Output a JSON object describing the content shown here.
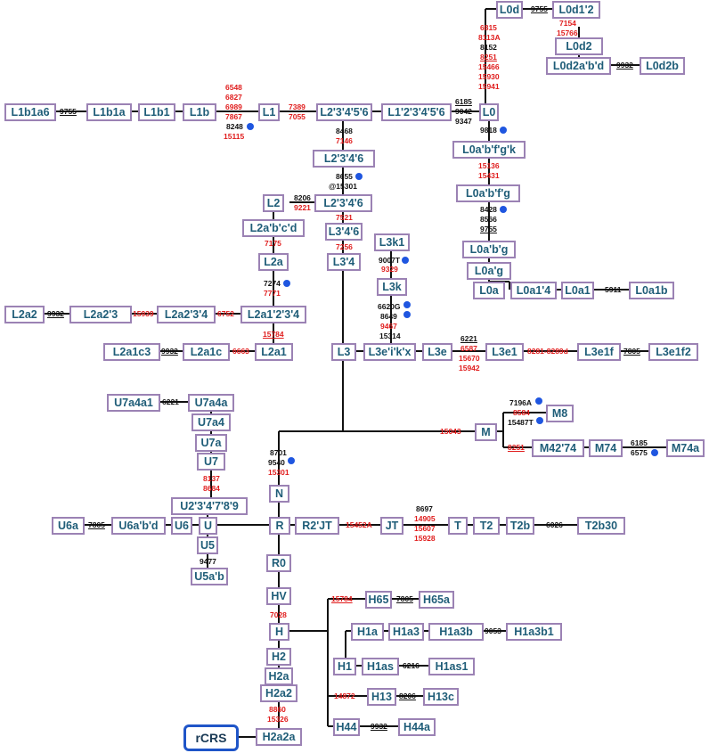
{
  "colors": {
    "node_border": "#9b82b4",
    "node_text": "#1f5d78",
    "mutation_red": "#e01d1d",
    "mutation_black": "#111111",
    "dot_blue": "#1f56e0",
    "root_border": "#1f55c8"
  },
  "root_label": "rCRS",
  "nodes": {
    "L0d": "L0d",
    "L0d1'2": "L0d1'2",
    "L0d2": "L0d2",
    "L0d2a'b'd": "L0d2a'b'd",
    "L0d2b": "L0d2b",
    "L1b1a6": "L1b1a6",
    "L1b1a": "L1b1a",
    "L1b1": "L1b1",
    "L1b": "L1b",
    "L1": "L1",
    "L2'3'4'5'6": "L2'3'4'5'6",
    "L1'2'3'4'5'6": "L1'2'3'4'5'6",
    "L0": "L0",
    "L0a'b'f'g'k": "L0a'b'f'g'k",
    "L2'3'4'6a": "L2'3'4'6",
    "L0a'b'f'g": "L0a'b'f'g",
    "L2": "L2",
    "L2'3'4'6b": "L2'3'4'6",
    "L2a'b'c'd": "L2a'b'c'd",
    "L3'4'6": "L3'4'6",
    "L3k1": "L3k1",
    "L0a'b'g": "L0a'b'g",
    "L2a": "L2a",
    "L3'4": "L3'4",
    "L0a'g": "L0a'g",
    "L3k": "L3k",
    "L0a": "L0a",
    "L0a1'4": "L0a1'4",
    "L0a1": "L0a1",
    "L0a1b": "L0a1b",
    "L2a2": "L2a2",
    "L2a2'3": "L2a2'3",
    "L2a2'3'4": "L2a2'3'4",
    "L2a1'2'3'4": "L2a1'2'3'4",
    "L2a1c3": "L2a1c3",
    "L2a1c": "L2a1c",
    "L2a1": "L2a1",
    "L3": "L3",
    "L3e'i'k'x": "L3e'i'k'x",
    "L3e": "L3e",
    "L3e1": "L3e1",
    "L3e1f": "L3e1f",
    "L3e1f2": "L3e1f2",
    "U7a4a1": "U7a4a1",
    "U7a4a": "U7a4a",
    "U7a4": "U7a4",
    "U7a": "U7a",
    "U7": "U7",
    "M": "M",
    "M8": "M8",
    "M42'74": "M42'74",
    "M74": "M74",
    "M74a": "M74a",
    "N": "N",
    "U2'3'4'7'8'9": "U2'3'4'7'8'9",
    "U6a": "U6a",
    "U6a'b'd": "U6a'b'd",
    "U6": "U6",
    "U": "U",
    "R": "R",
    "R2'JT": "R2'JT",
    "JT": "JT",
    "T": "T",
    "T2": "T2",
    "T2b": "T2b",
    "T2b30": "T2b30",
    "U5": "U5",
    "U5a'b": "U5a'b",
    "R0": "R0",
    "HV": "HV",
    "H65": "H65",
    "H65a": "H65a",
    "H": "H",
    "H1a": "H1a",
    "H1a3": "H1a3",
    "H1a3b": "H1a3b",
    "H1a3b1": "H1a3b1",
    "H2": "H2",
    "H1": "H1",
    "H1as": "H1as",
    "H1as1": "H1as1",
    "H2a": "H2a",
    "H2a2": "H2a2",
    "H13": "H13",
    "H13c": "H13c",
    "H44": "H44",
    "H44a": "H44a",
    "H2a2a": "H2a2a"
  },
  "mutations": {
    "m9755a": "9755",
    "m7154": "7154",
    "m15766": "15766",
    "m6815": "6815",
    "m8113A": "8113A",
    "m8152": "8152",
    "m8251a": "8251",
    "m15466": "15466",
    "m15930": "15930",
    "m15941": "15941",
    "m9932a": "9932",
    "m9755b": "9755",
    "m6548": "6548",
    "m6827": "6827",
    "m6989": "6989",
    "m7867": "7867",
    "m8248": "8248",
    "m15115": "15115",
    "m7389": "7389",
    "m7055": "7055",
    "m6185a": "6185",
    "m9042": "9042",
    "m9347": "9347",
    "m9818": "9818",
    "m8468": "8468",
    "m7146": "7146",
    "m15136": "15136",
    "m15431": "15431",
    "m8655": "8655",
    "m15301a": "@15301",
    "m8206a": "8206",
    "m9221": "9221",
    "m8428": "8428",
    "m8566": "8566",
    "m9755c": "9755",
    "m7521": "7521",
    "m7175": "7175",
    "m7256": "7256",
    "m9007T": "9007T",
    "m9329": "9329",
    "m7274": "7274",
    "m7771": "7771",
    "m6620G": "6620G",
    "m8649": "8649",
    "m9467": "9467",
    "m5911": "5911",
    "m9932b": "9932",
    "m15939": "15939",
    "m6752": "6752",
    "m15314": "15314",
    "m15784a": "15784",
    "m9932c": "9932",
    "m6663": "6663",
    "m6221a": "6221",
    "m6587": "6587",
    "m15670": "15670",
    "m15942": "15942",
    "m8281": "8281-8289d",
    "m7805a": "7805",
    "m6221b": "6221",
    "m7196A": "7196A",
    "m8584": "8584",
    "m15487T": "15487T",
    "m15043": "15043",
    "m8701": "8701",
    "m9540": "9540",
    "m15301b": "15301",
    "m8251b": "8251",
    "m6185b": "6185",
    "m6575": "6575",
    "m8137": "8137",
    "m8684": "8684",
    "m8697": "8697",
    "m14905": "14905",
    "m15607": "15607",
    "m15928": "15928",
    "m7805b": "7805",
    "m15452A": "15452A",
    "m6026": "6026",
    "m9477": "9477",
    "m15784b": "15784",
    "m7805c": "7805",
    "m7028": "7028",
    "m9053": "9053",
    "m6216": "6216",
    "m14872": "14872",
    "m8206b": "8206",
    "m8860": "8860",
    "m15326": "15326",
    "m9932d": "9932"
  }
}
